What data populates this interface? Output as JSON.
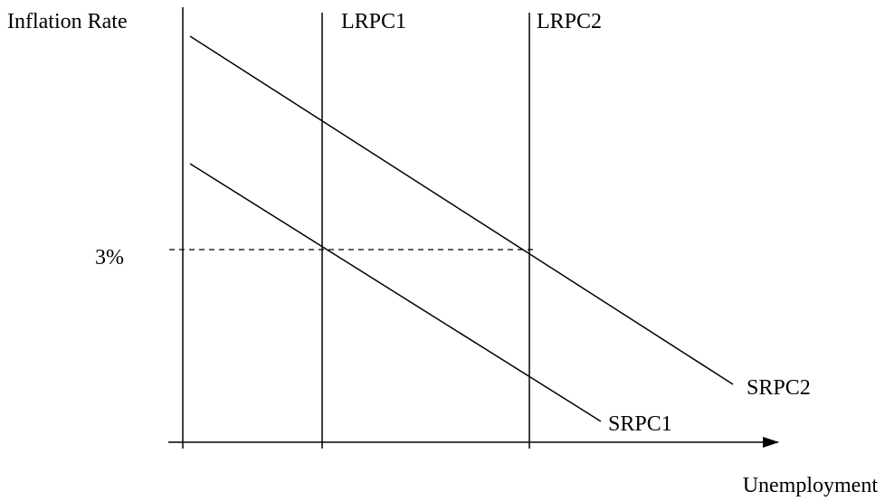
{
  "diagram": {
    "y_axis_label": "Inflation Rate",
    "x_axis_label": "Unemployment",
    "reference_level": "3%",
    "curves": {
      "lrpc1": "LRPC1",
      "lrpc2": "LRPC2",
      "srpc1": "SRPC1",
      "srpc2": "SRPC2"
    }
  }
}
